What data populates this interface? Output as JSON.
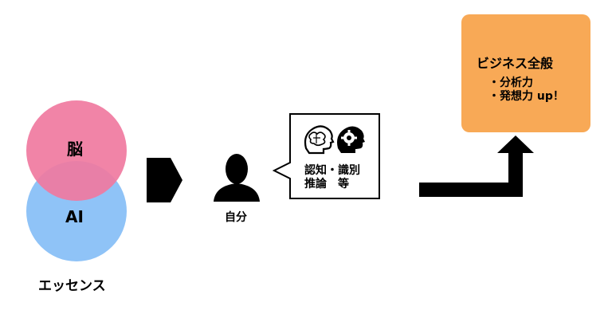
{
  "venn": {
    "top_label": "脳",
    "bottom_label": "AI",
    "caption": "エッセンス",
    "top_color": "#f07aa0",
    "bottom_color": "#8fc3f7"
  },
  "person": {
    "label": "自分",
    "icon": "person-silhouette-icon"
  },
  "bubble": {
    "icons": [
      "brain-head-icon",
      "gear-head-icon"
    ],
    "line1": "認知・識別",
    "line2": "推論　等"
  },
  "result_box": {
    "title": "ビジネス全般",
    "items": [
      "・分析力",
      "・発想力 up！"
    ],
    "color": "#f8a956"
  }
}
